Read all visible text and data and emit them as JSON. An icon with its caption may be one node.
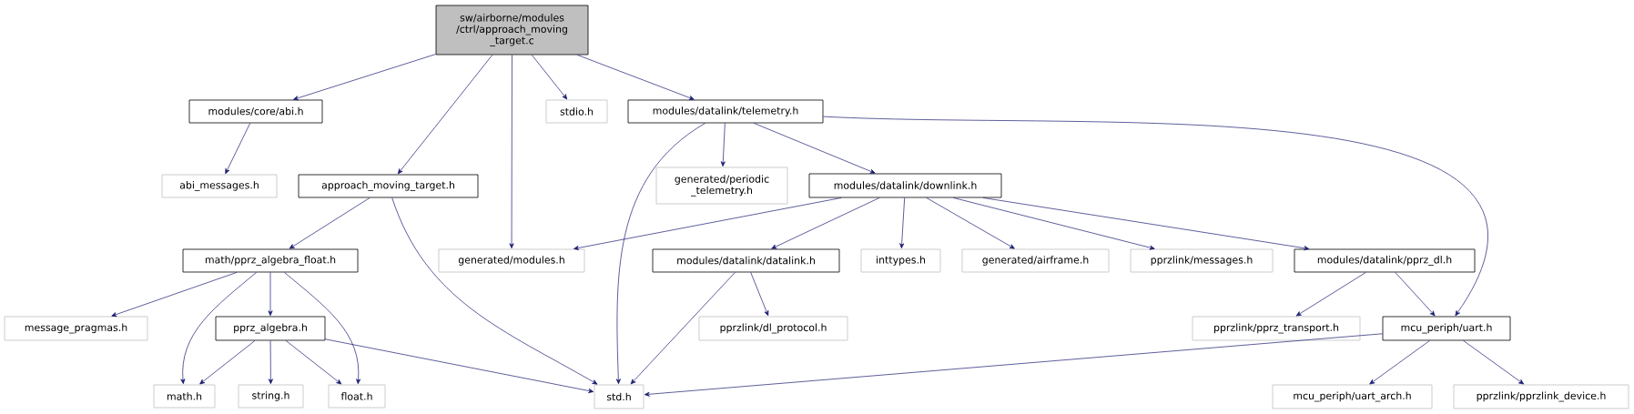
{
  "diagram": {
    "nodes": [
      {
        "text": [
          "sw/airborne/modules /ctrl/approach_moving _target.c"
        ]
      },
      {
        "text": [
          "modules/core/abi.h"
        ]
      },
      {
        "text": [
          "stdio.h"
        ]
      },
      {
        "text": [
          "modules/datalink/telemetry.h"
        ]
      },
      {
        "text": [
          "abi_messages.h"
        ]
      },
      {
        "text": [
          "approach_moving_target.h"
        ]
      },
      {
        "text": [
          "generated/periodic _telemetry.h"
        ]
      },
      {
        "text": [
          "modules/datalink/downlink.h"
        ]
      },
      {
        "text": [
          "math/pprz_algebra_float.h"
        ]
      },
      {
        "text": [
          "generated/modules.h"
        ]
      },
      {
        "text": [
          "modules/datalink/datalink.h"
        ]
      },
      {
        "text": [
          "inttypes.h"
        ]
      },
      {
        "text": [
          "generated/airframe.h"
        ]
      },
      {
        "text": [
          "pprzlink/messages.h"
        ]
      },
      {
        "text": [
          "modules/datalink/pprz_dl.h"
        ]
      },
      {
        "text": [
          "message_pragmas.h"
        ]
      },
      {
        "text": [
          "pprz_algebra.h"
        ]
      },
      {
        "text": [
          "pprzlink/dl_protocol.h"
        ]
      },
      {
        "text": [
          "pprzlink/pprz_transport.h"
        ]
      },
      {
        "text": [
          "mcu_periph/uart.h"
        ]
      },
      {
        "text": [
          "math.h"
        ]
      },
      {
        "text": [
          "string.h"
        ]
      },
      {
        "text": [
          "float.h"
        ]
      },
      {
        "text": [
          "std.h"
        ]
      },
      {
        "text": [
          "mcu_periph/uart_arch.h"
        ]
      },
      {
        "text": [
          "pprzlink/pprzlink_device.h"
        ]
      }
    ],
    "edges": [
      {
        "from": 0,
        "to": 1,
        "arrow": "to"
      },
      {
        "from": 0,
        "to": 5,
        "arrow": "to"
      },
      {
        "from": 0,
        "to": 9,
        "arrow": "to"
      },
      {
        "from": 0,
        "to": 2,
        "arrow": "to"
      },
      {
        "from": 0,
        "to": 3,
        "arrow": "to"
      },
      {
        "from": 1,
        "to": 4,
        "arrow": "to"
      },
      {
        "from": 5,
        "to": 8,
        "arrow": "to"
      },
      {
        "from": 5,
        "to": 23,
        "arrow": "to"
      },
      {
        "from": 8,
        "to": 15,
        "arrow": "to"
      },
      {
        "from": 8,
        "to": 20,
        "arrow": "to"
      },
      {
        "from": 8,
        "to": 16,
        "arrow": "to"
      },
      {
        "from": 8,
        "to": 22,
        "arrow": "to"
      },
      {
        "from": 16,
        "to": 20,
        "arrow": "to"
      },
      {
        "from": 16,
        "to": 21,
        "arrow": "to"
      },
      {
        "from": 16,
        "to": 22,
        "arrow": "to"
      },
      {
        "from": 16,
        "to": 23,
        "arrow": "to"
      },
      {
        "from": 3,
        "to": 23,
        "arrow": "to"
      },
      {
        "from": 3,
        "to": 6,
        "arrow": "to"
      },
      {
        "from": 3,
        "to": 7,
        "arrow": "to"
      },
      {
        "from": 3,
        "to": 19,
        "arrow": "to"
      },
      {
        "from": 7,
        "to": 9,
        "arrow": "to"
      },
      {
        "from": 7,
        "to": 10,
        "arrow": "to"
      },
      {
        "from": 7,
        "to": 11,
        "arrow": "to"
      },
      {
        "from": 7,
        "to": 12,
        "arrow": "to"
      },
      {
        "from": 7,
        "to": 13,
        "arrow": "to"
      },
      {
        "from": 7,
        "to": 14,
        "arrow": "to"
      },
      {
        "from": 10,
        "to": 23,
        "arrow": "to"
      },
      {
        "from": 10,
        "to": 17,
        "arrow": "to"
      },
      {
        "from": 14,
        "to": 18,
        "arrow": "to"
      },
      {
        "from": 14,
        "to": 19,
        "arrow": "to"
      },
      {
        "from": 19,
        "to": 23,
        "arrow": "to"
      },
      {
        "from": 19,
        "to": 24,
        "arrow": "to"
      },
      {
        "from": 19,
        "to": 25,
        "arrow": "to"
      }
    ]
  }
}
